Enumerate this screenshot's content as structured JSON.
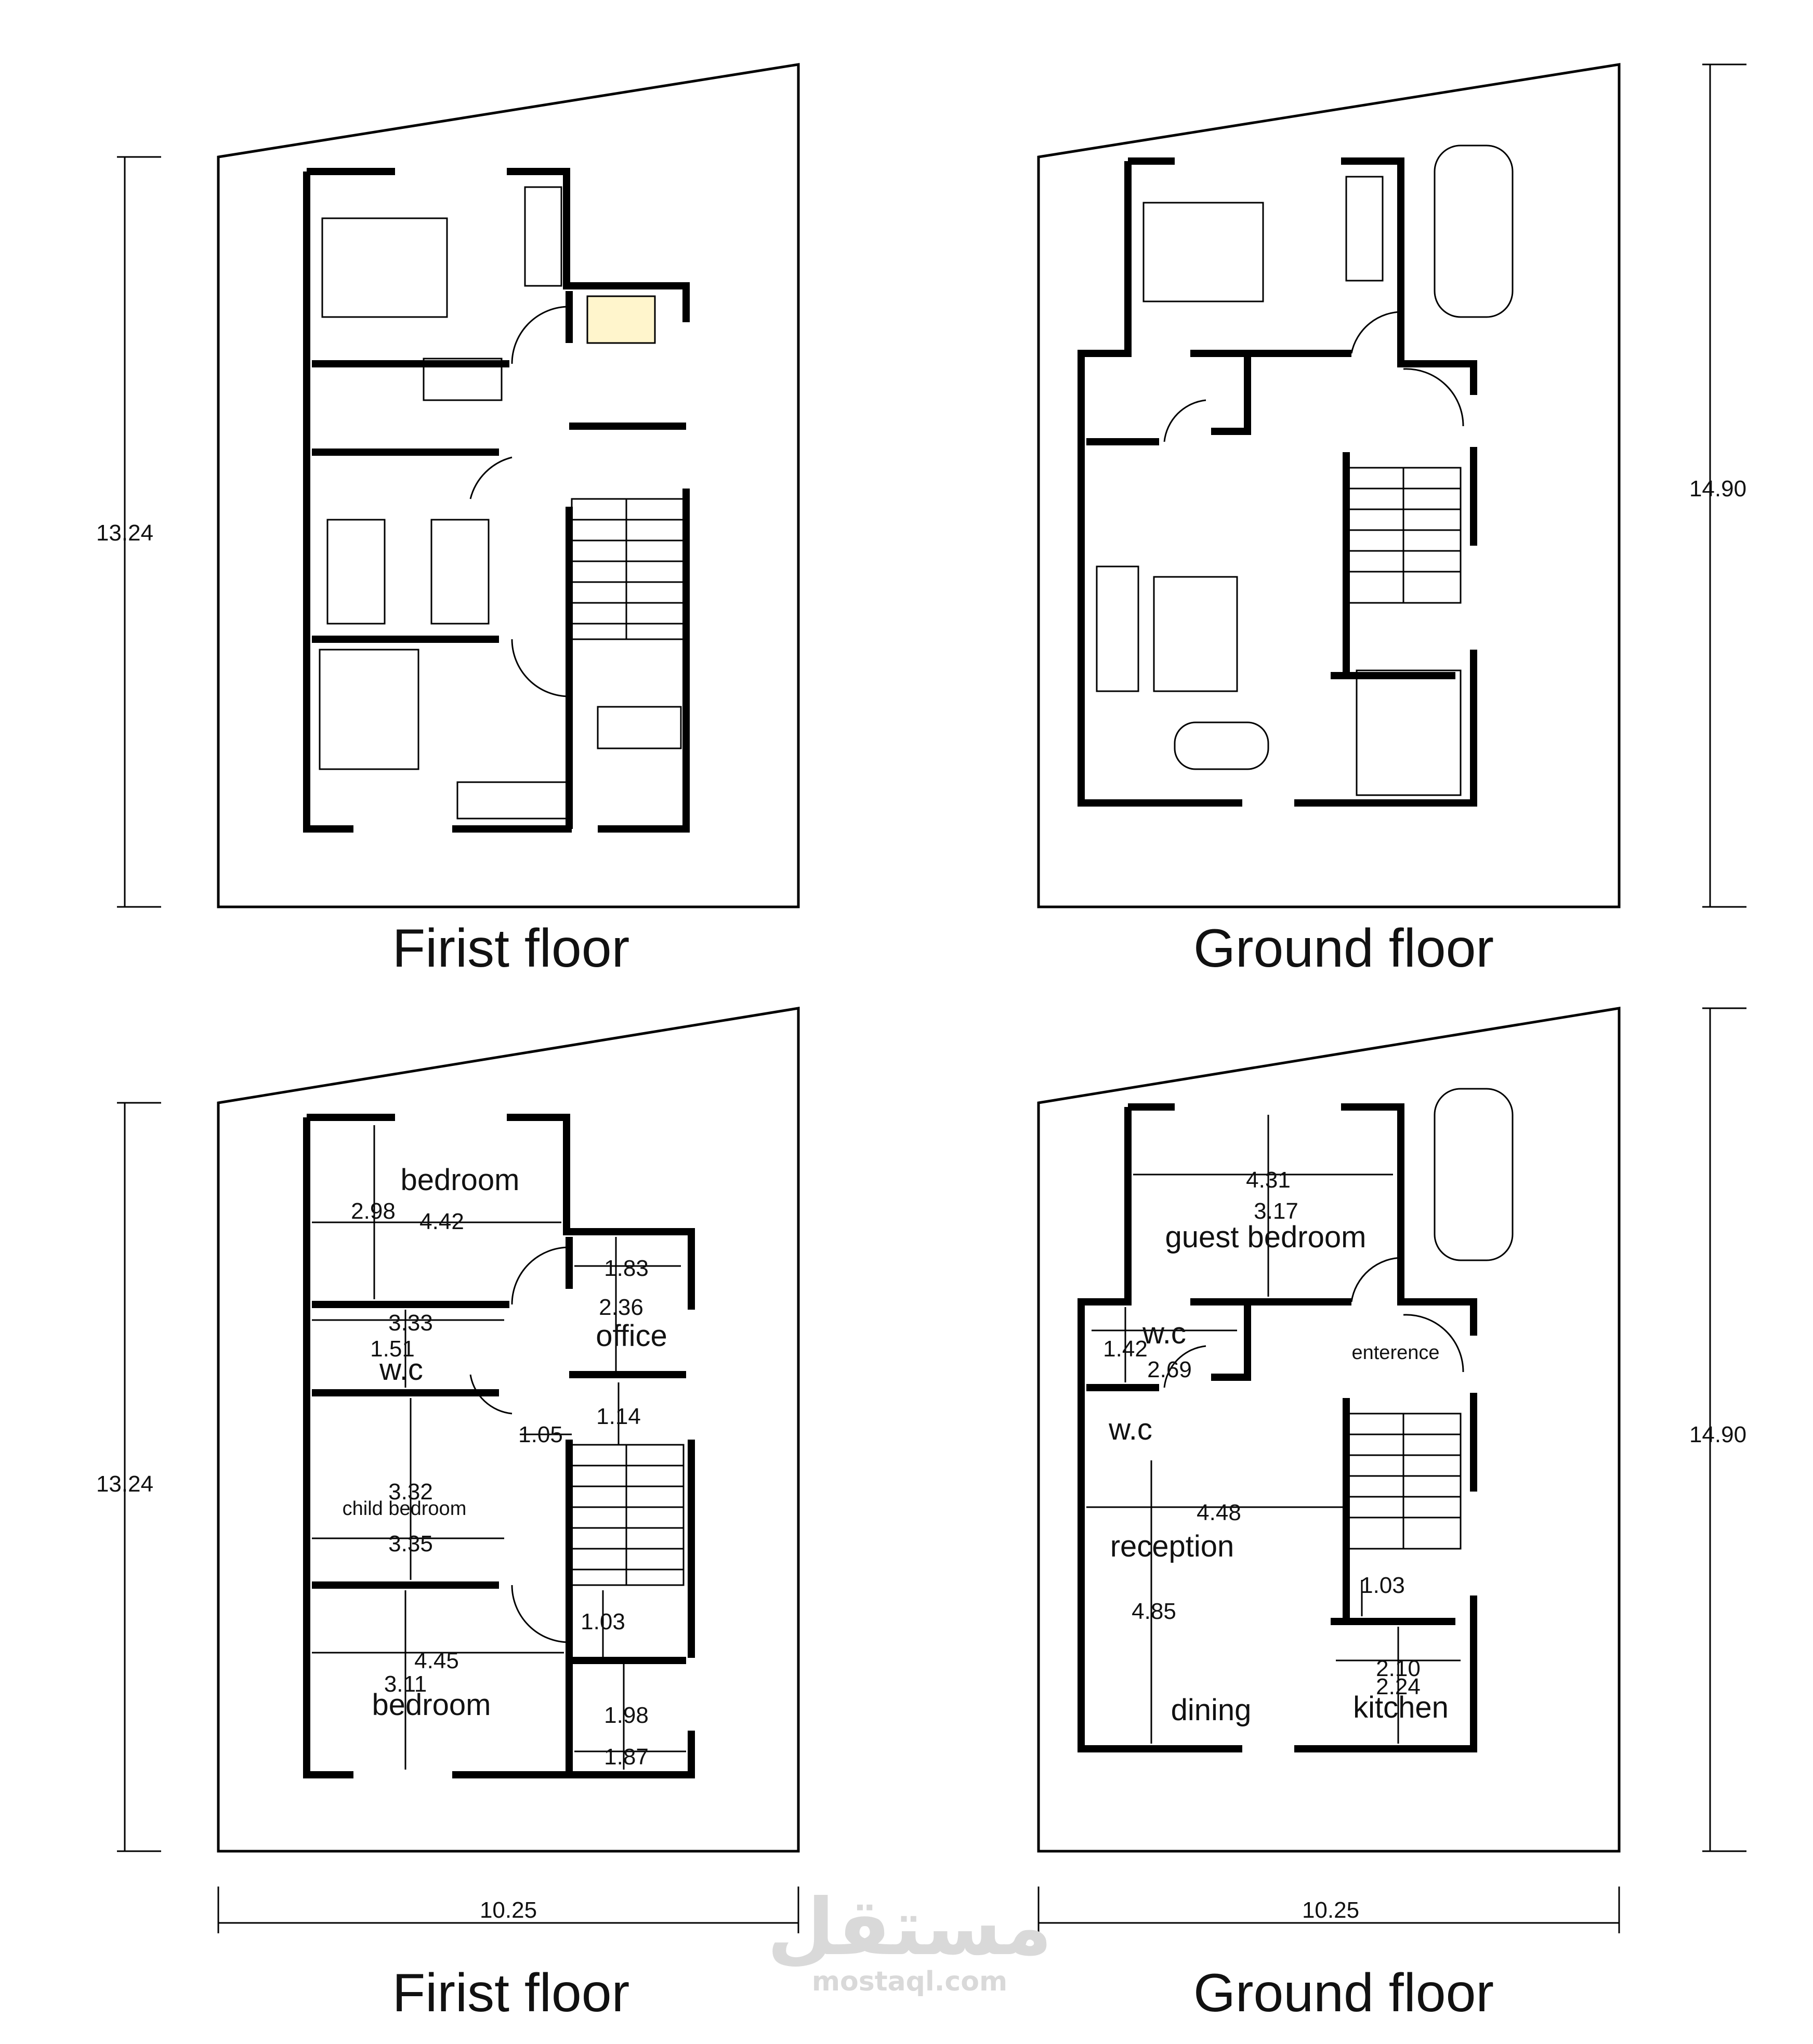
{
  "titles": {
    "top_left": "Firist floor",
    "top_right": "Ground floor",
    "bottom_left": "Firist floor",
    "bottom_right": "Ground floor"
  },
  "overall_dimensions": {
    "top_left_height": "13.24",
    "top_right_height": "14.90",
    "bottom_left_height": "13.24",
    "bottom_right_height": "14.90",
    "bottom_left_width": "10.25",
    "bottom_right_width": "10.25"
  },
  "first_floor": {
    "rooms": {
      "bedroom_top": "bedroom",
      "office": "office",
      "wc": "w.c",
      "child_bedroom": "child bedroom",
      "bedroom_bottom": "bedroom"
    },
    "dims": {
      "d298": "2.98",
      "d442": "4.42",
      "d183": "1.83",
      "d236": "2.36",
      "d333": "3.33",
      "d151": "1.51",
      "d114": "1.14",
      "d105": "1.05",
      "d332": "3.32",
      "d335": "3.35",
      "d103": "1.03",
      "d445": "4.45",
      "d311": "3.11",
      "d198": "1.98",
      "d187": "1.87"
    }
  },
  "ground_floor": {
    "rooms": {
      "guest_bedroom": "guest bedroom",
      "wc_top": "w.c",
      "wc_bottom": "w.c",
      "entrance": "enterence",
      "reception": "reception",
      "dining": "dining",
      "kitchen": "kitchen"
    },
    "dims": {
      "d431": "4.31",
      "d317": "3.17",
      "d142": "1.42",
      "d269": "2.69",
      "d448": "4.48",
      "d485": "4.85",
      "d103": "1.03",
      "d210": "2.10",
      "d224": "2.24"
    }
  },
  "watermark": {
    "arabic": "مستقل",
    "latin": "mostaql.com"
  }
}
